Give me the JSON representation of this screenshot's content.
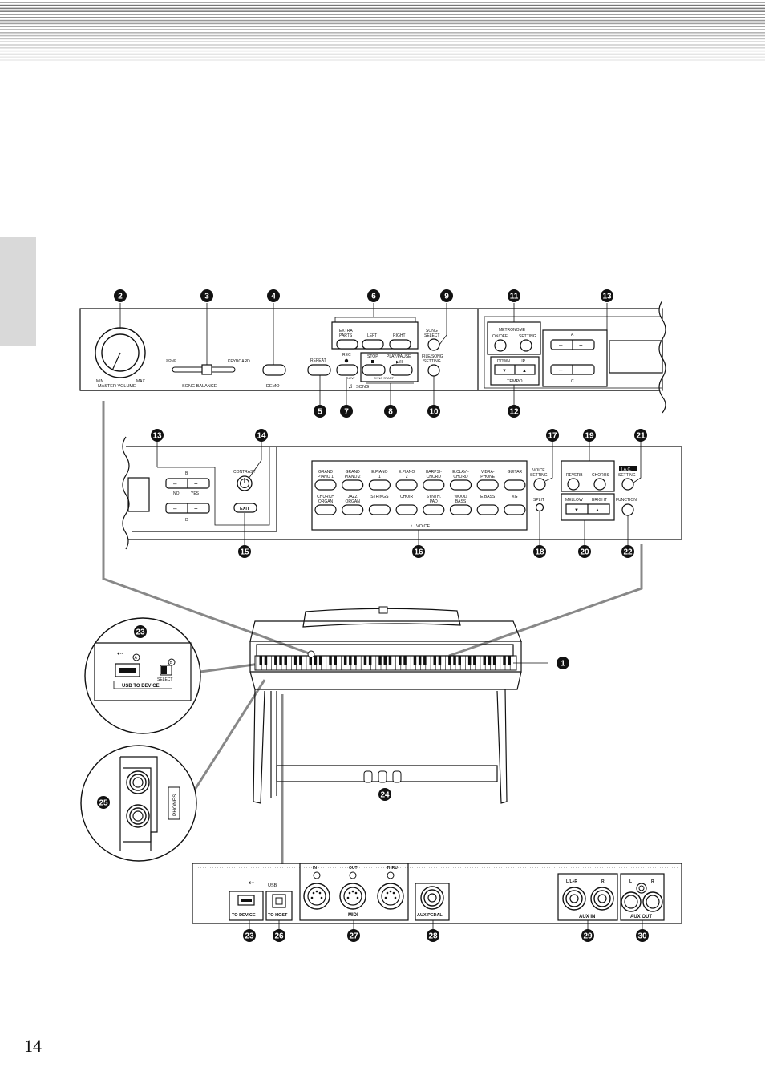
{
  "page": {
    "number": "14"
  },
  "top_panel": {
    "master_volume": {
      "min": "MIN",
      "max": "MAX",
      "label": "MASTER VOLUME"
    },
    "balance": {
      "song": "SONG",
      "keyboard": "KEYBOARD",
      "label": "SONG  BALANCE"
    },
    "demo": "DEMO",
    "repeat": "REPEAT",
    "rec": "REC",
    "new": "NEW",
    "song_group": "SONG",
    "extra_parts": [
      "EXTRA",
      "PARTS"
    ],
    "left": "LEFT",
    "right": "RIGHT",
    "stop": "STOP",
    "play_pause": "PLAY/PAUSE",
    "sync_start": "SYNC  START",
    "song_select": [
      "SONG",
      "SELECT"
    ],
    "file_song_setting": [
      "FILE/SONG",
      "SETTING"
    ],
    "metronome": "METRONOME",
    "on_off": "ON/OFF",
    "setting": "SETTING",
    "down": "DOWN",
    "up": "UP",
    "tempo": "TEMPO",
    "encoder_a": "A",
    "encoder_c": "C"
  },
  "mid_panel": {
    "encoder_b": "B",
    "encoder_d": "D",
    "no": "NO",
    "yes": "YES",
    "contrast": "CONTRAST",
    "exit": "EXIT",
    "voices_top": [
      [
        "GRAND",
        "PIANO 1"
      ],
      [
        "GRAND",
        "PIANO 2"
      ],
      [
        "E.PIANO",
        "1"
      ],
      [
        "E.PIANO",
        "2"
      ],
      [
        "HARPSI-",
        "CHORD"
      ],
      [
        "E.CLAVI-",
        "CHORD"
      ],
      [
        "VIBRA-",
        "PHONE"
      ],
      [
        "GUITAR"
      ]
    ],
    "voices_bottom": [
      [
        "CHURCH",
        "ORGAN"
      ],
      [
        "JAZZ",
        "ORGAN"
      ],
      [
        "STRINGS"
      ],
      [
        "CHOIR"
      ],
      [
        "SYNTH.",
        "PAD"
      ],
      [
        "WOOD",
        "BASS"
      ],
      [
        "E.BASS"
      ],
      [
        "XG"
      ]
    ],
    "voice": "VOICE",
    "voice_setting": [
      "VOICE",
      "SETTING"
    ],
    "split": "SPLIT",
    "reverb": "REVERB",
    "chorus": "CHORUS",
    "mellow": "MELLOW",
    "bright": "BRIGHT",
    "ipc": "I.A.C.",
    "ipc_setting": "SETTING",
    "function": "FUNCTION"
  },
  "usb_inset": {
    "usb_to_device": "USB TO DEVICE",
    "select": "SELECT",
    "a": "A",
    "b": "B"
  },
  "phones_inset": {
    "phones": "PHONES"
  },
  "rear_panel": {
    "usb": "USB",
    "to_device": "TO DEVICE",
    "to_host": "TO HOST",
    "midi_in": "IN",
    "midi_out": "OUT",
    "midi_thru": "THRU",
    "midi": "MIDI",
    "aux_pedal": "AUX PEDAL",
    "aux_in_l": "L/L+R",
    "aux_in_r": "R",
    "aux_in": "AUX IN",
    "aux_out_l": "L",
    "aux_out_r": "R",
    "aux_out": "AUX OUT"
  },
  "callouts": [
    "1",
    "2",
    "3",
    "4",
    "5",
    "6",
    "7",
    "8",
    "9",
    "10",
    "11",
    "12",
    "13",
    "14",
    "15",
    "16",
    "17",
    "18",
    "19",
    "20",
    "21",
    "22",
    "23",
    "24",
    "25",
    "26",
    "27",
    "28",
    "29",
    "30"
  ]
}
